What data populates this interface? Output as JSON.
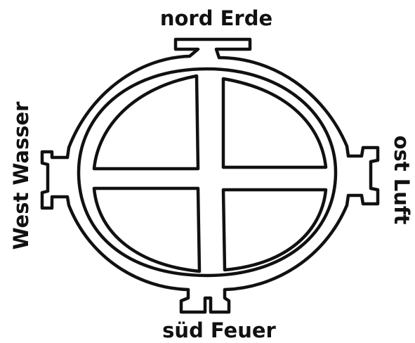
{
  "labels": {
    "north": "nord Erde",
    "west": "West Wasser",
    "east": "ost Luft",
    "south": "süd Feuer"
  },
  "colors": {
    "ink": "#111111",
    "paper": "#ffffff"
  }
}
